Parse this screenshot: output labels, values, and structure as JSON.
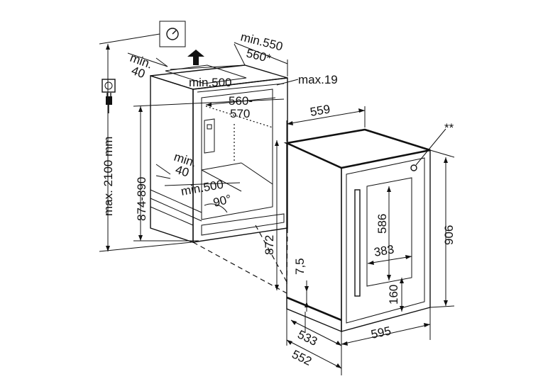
{
  "labels": {
    "min550": "min.550",
    "d560star": "560*",
    "min40_top_a": "min.",
    "min40_top_b": "40",
    "min500_top": "min.500",
    "max19": "max.19",
    "d560_570_a": "560-",
    "d560_570_b": "570",
    "d559": "559",
    "double_star": "**",
    "max2100": "max. 2100 mm",
    "d874_890": "874-890",
    "min40_mid_a": "min.",
    "min40_mid_b": "40",
    "min500_mid": "min.500",
    "deg90": "90°",
    "d586": "586",
    "d383": "383",
    "d906": "906",
    "d872": "872",
    "d7_5": "7,5",
    "d160": "160",
    "d533": "533",
    "d595": "595",
    "d552": "552"
  },
  "colors": {
    "line": "#111111",
    "recess_fill": "#bdbdbd",
    "door_fill": "#e6e6e6",
    "body_fill": "#f2f2f2"
  },
  "icons": [
    "vent-arrow-icon",
    "water-connection-icon",
    "power-socket-icon",
    "power-plug-icon"
  ]
}
